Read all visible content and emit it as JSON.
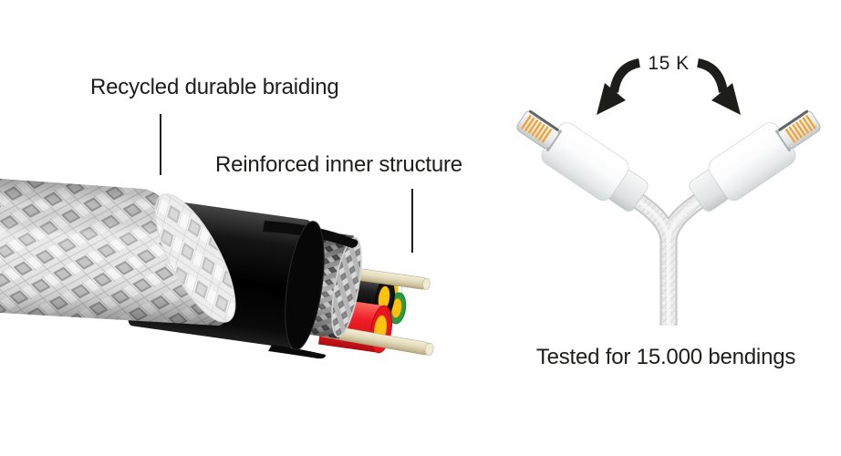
{
  "background_color": "#ffffff",
  "text_color": "#1d1d1b",
  "callouts": {
    "outer_braiding_label": "Recycled durable braiding",
    "inner_structure_label": "Reinforced inner structure"
  },
  "bend_test": {
    "cycles_badge": "15 K",
    "caption": "Tested for 15.000 bendings"
  },
  "illustration": {
    "cable_cutaway": {
      "outer_braid_color": "#f2f2f2",
      "jacket_color": "#0d0d0d",
      "inner_braid_color": "#8e8e8e",
      "wire_black_color": "#1a1a1a",
      "wire_white_color": "#ffffff",
      "wire_green_color": "#2fa04a",
      "wire_red_color": "#e81c24",
      "wire_core_color": "#ffc20e",
      "aramid_strand_color": "#e6dfc4"
    },
    "bend_connectors": {
      "connector_type": "lightning-connector",
      "body_color": "#f6f7f7",
      "pin_color": "#f0a437",
      "cable_color": "#ececec",
      "arrow_color": "#1d1d1b"
    }
  }
}
